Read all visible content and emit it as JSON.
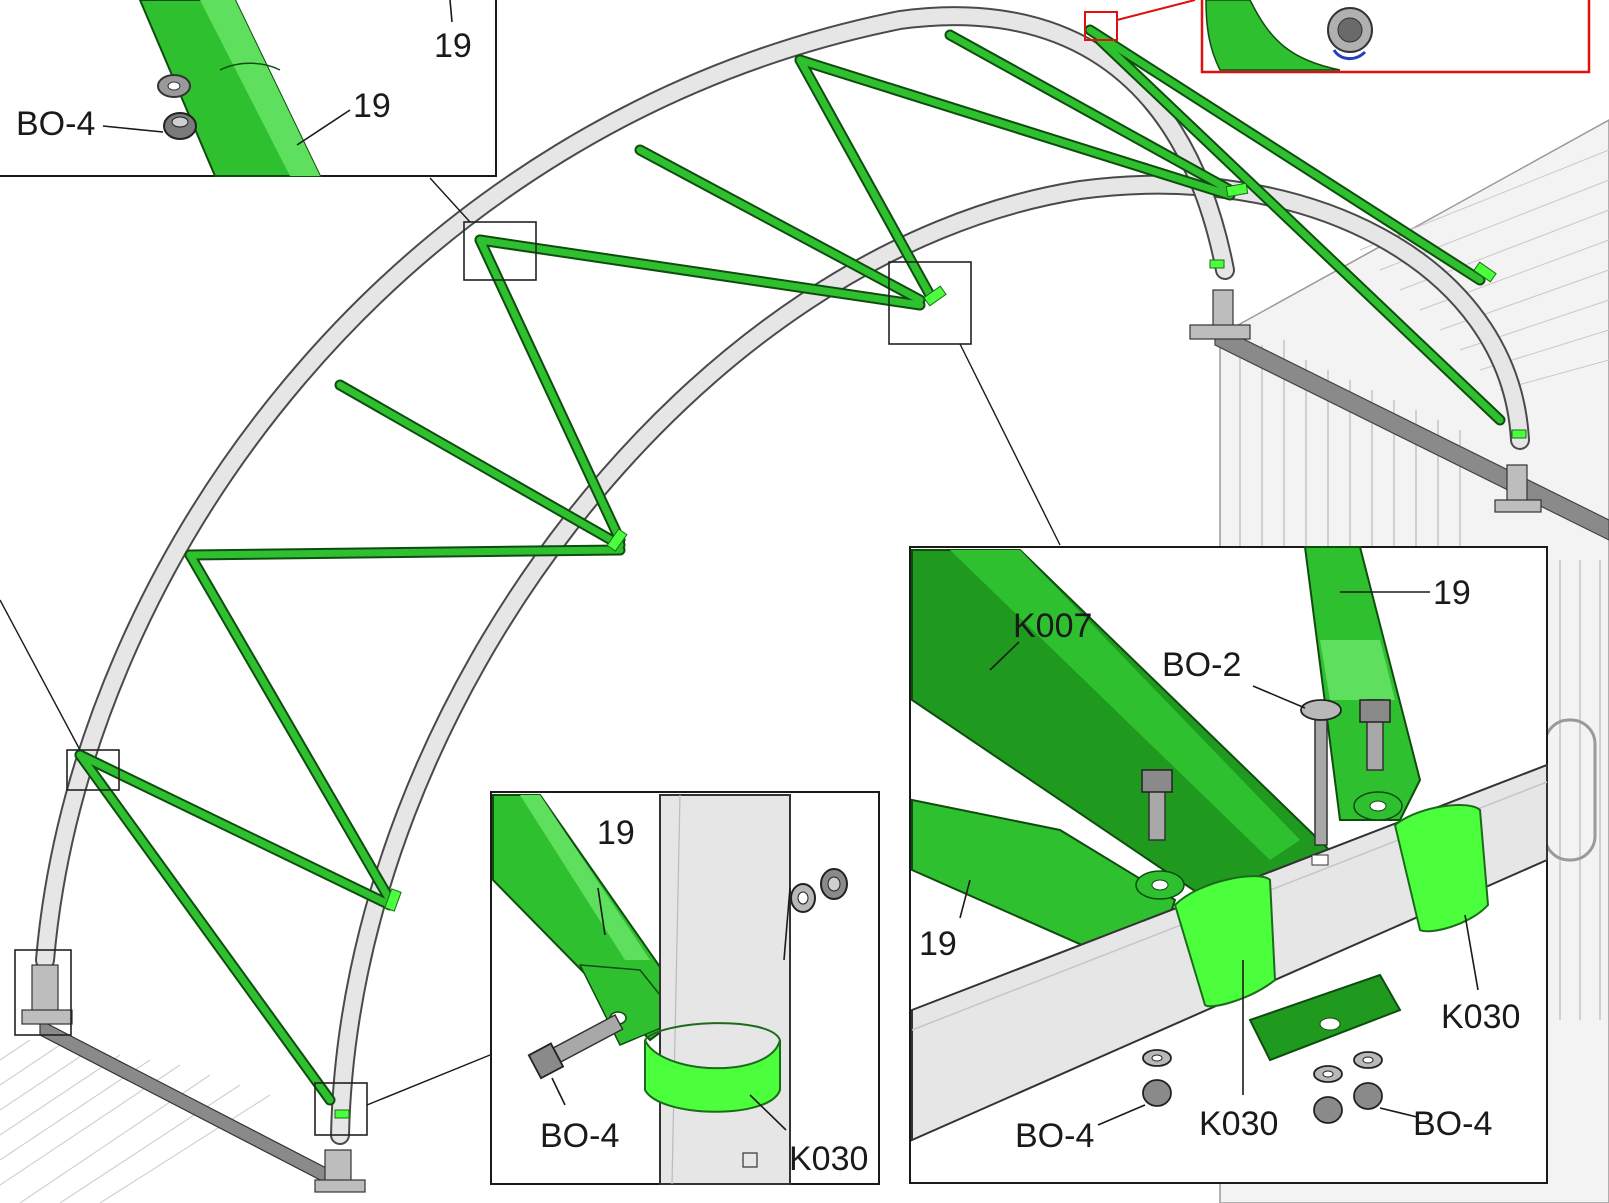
{
  "labels": {
    "top_left_19_a": "19",
    "top_left_19_b": "19",
    "top_left_bo4": "BO-4",
    "mid_19": "19",
    "mid_bo4": "BO-4",
    "mid_k030": "K030",
    "right_k007": "K007",
    "right_19_top": "19",
    "right_bo2": "BO-2",
    "right_19_left": "19",
    "right_k030_right": "K030",
    "right_k030_mid": "K030",
    "right_bo4_left": "BO-4",
    "right_bo4_right": "BO-4"
  },
  "colors": {
    "brace_green": "#2fc02f",
    "brace_dark": "#0f4d0f",
    "clamp_green": "#4cff3c",
    "tube_grey": "#e6e6e6",
    "callout_red": "#e01010"
  }
}
